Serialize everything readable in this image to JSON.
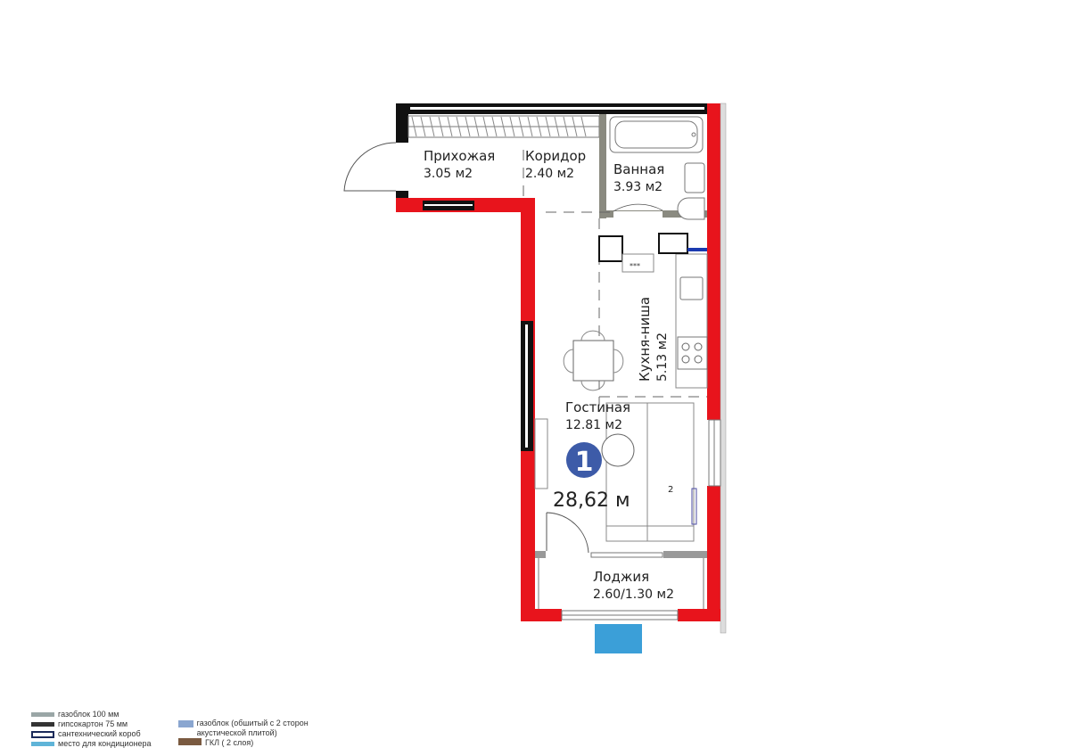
{
  "plan": {
    "apartment_number": "1",
    "total_area": "28,62 м",
    "total_area_sup": "2",
    "rooms": [
      {
        "name": "Прихожая",
        "area": "3.05 м2"
      },
      {
        "name": "Коридор",
        "area": "2.40 м2"
      },
      {
        "name": "Ванная",
        "area": "3.93 м2"
      },
      {
        "name": "Кухня-ниша",
        "area": "5.13 м2"
      },
      {
        "name": "Гостиная",
        "area": "12.81 м2"
      },
      {
        "name": "Лоджия",
        "area": "2.60/1.30 м2"
      }
    ]
  },
  "legend": {
    "left": [
      {
        "label": "газоблок 100 мм",
        "color": "#9aa6a6"
      },
      {
        "label": "гипсокартон 75 мм",
        "color": "#333333"
      },
      {
        "label": "сантехнический короб",
        "color": "#1b2a5a"
      },
      {
        "label": "место для кондиционера",
        "color": "#5fb4d8"
      }
    ],
    "right": [
      {
        "label": "газоблок (обшитый с 2 сторон акустической плитой)",
        "color": "#8aa6d0"
      },
      {
        "label": "ГКЛ ( 2 слоя)",
        "color": "#7a5a40"
      }
    ]
  },
  "colors": {
    "wall": "#e8141c",
    "badge": "#3d5ba8",
    "ac": "#3b9fd8"
  }
}
